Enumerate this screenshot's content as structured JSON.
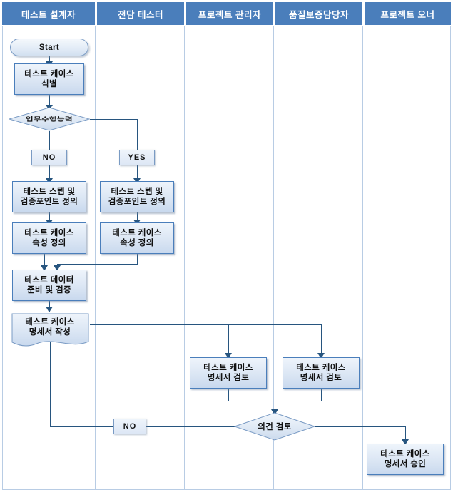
{
  "diagram": {
    "type": "swimlane-flowchart",
    "title_present": false,
    "colors": {
      "header_blue": "#4a7ebb",
      "lane_divider": "#b8cce4",
      "shape_border": "#4a7ebb",
      "shape_fill": "#dbe6f4",
      "connector": "#27557f"
    }
  },
  "lanes": [
    {
      "id": "lane-test-designer",
      "label": "테스트 설계자"
    },
    {
      "id": "lane-dedicated-tester",
      "label": "전담 테스터"
    },
    {
      "id": "lane-project-manager",
      "label": "프로젝트 관리자"
    },
    {
      "id": "lane-qa-officer",
      "label": "품질보증담당자"
    },
    {
      "id": "lane-project-owner",
      "label": "프로젝트 오너"
    }
  ],
  "nodes": {
    "start": {
      "label": "Start",
      "shape": "terminator",
      "lane": 0
    },
    "identify_tc": {
      "label": "테스트 케이스\n식별",
      "shape": "process",
      "lane": 0
    },
    "capability": {
      "label": "업무수행능력",
      "shape": "decision",
      "lane": 0
    },
    "label_no_1": {
      "label": "NO",
      "shape": "label",
      "lane": 0
    },
    "label_yes": {
      "label": "YES",
      "shape": "label",
      "lane": 1
    },
    "steps_left": {
      "label": "테스트 스텝 및\n검증포인트 정의",
      "shape": "process",
      "lane": 0
    },
    "steps_right": {
      "label": "테스트 스텝 및\n검증포인트 정의",
      "shape": "process",
      "lane": 1
    },
    "attrs_left": {
      "label": "테스트 케이스\n속성 정의",
      "shape": "process",
      "lane": 0
    },
    "attrs_right": {
      "label": "테스트 케이스\n속성 정의",
      "shape": "process",
      "lane": 1
    },
    "data_prep": {
      "label": "테스트 데이터\n준비 및 검증",
      "shape": "process",
      "lane": 0
    },
    "spec_write": {
      "label": "테스트 케이스\n명세서 작성",
      "shape": "document",
      "lane": 0
    },
    "review_pm": {
      "label": "테스트 케이스\n명세서 검토",
      "shape": "process",
      "lane": 2
    },
    "review_qa": {
      "label": "테스트 케이스\n명세서 검토",
      "shape": "process",
      "lane": 3
    },
    "opinion_review": {
      "label": "의견 검토",
      "shape": "decision",
      "lane": 3
    },
    "label_no_2": {
      "label": "NO",
      "shape": "label",
      "lane": 1
    },
    "approve": {
      "label": "테스트 케이스\n명세서 승인",
      "shape": "process",
      "lane": 4
    }
  },
  "node_text": {
    "start": "Start",
    "identify_tc_l1": "테스트 케이스",
    "identify_tc_l2": "식별",
    "capability": "업무수행능력",
    "label_no_1": "NO",
    "label_yes": "YES",
    "steps_l1": "테스트 스텝 및",
    "steps_l2": "검증포인트 정의",
    "attrs_l1": "테스트 케이스",
    "attrs_l2": "속성 정의",
    "data_prep_l1": "테스트 데이터",
    "data_prep_l2": "준비 및 검증",
    "spec_write_l1": "테스트 케이스",
    "spec_write_l2": "명세서 작성",
    "review_l1": "테스트 케이스",
    "review_l2": "명세서 검토",
    "opinion_review": "의견 검토",
    "label_no_2": "NO",
    "approve_l1": "테스트 케이스",
    "approve_l2": "명세서 승인"
  }
}
